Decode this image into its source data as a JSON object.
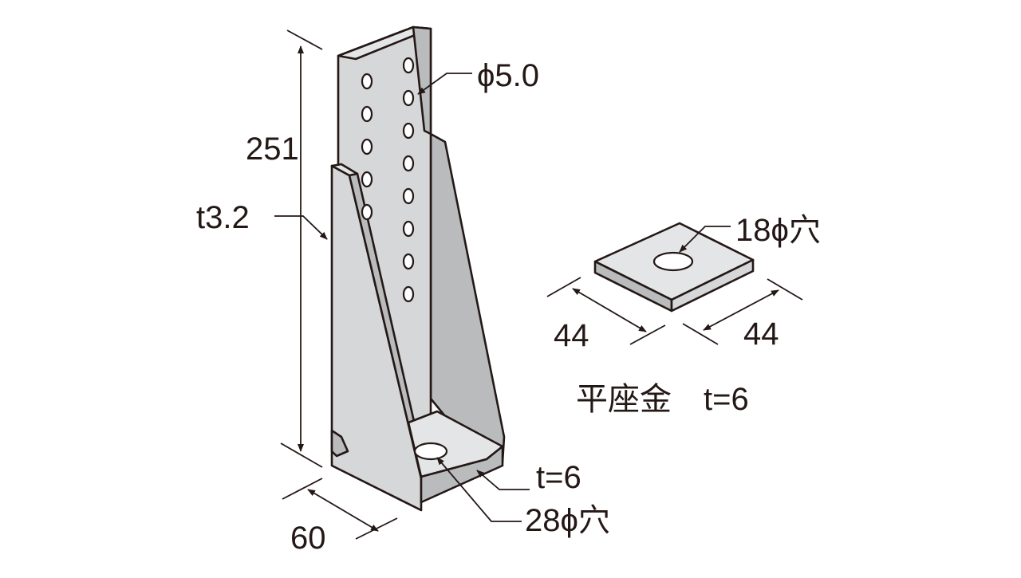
{
  "figure": {
    "bracket": {
      "hole_label": "ϕ5.0",
      "height_label": "251",
      "thickness_label": "t3.2",
      "base_thickness_label": "t=6",
      "base_hole_label": "28ϕ穴",
      "width_label": "60"
    },
    "washer": {
      "hole_label": "18ϕ穴",
      "side_a_label": "44",
      "side_b_label": "44",
      "name_label": "平座金　t=6"
    }
  }
}
